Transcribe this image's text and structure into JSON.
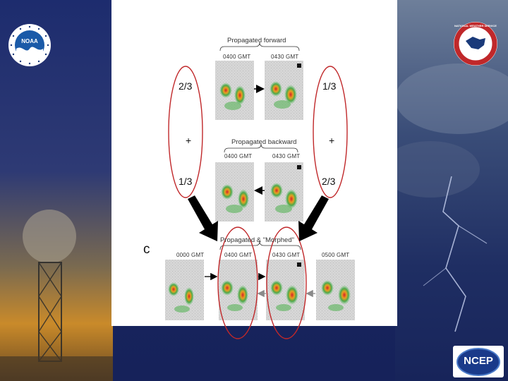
{
  "slide": {
    "captions": {
      "forward": "Propagated forward",
      "backward": "Propagated backward",
      "morphed": "Propagated & \"Morphed\""
    },
    "times": {
      "fwd_left": "0400 GMT",
      "fwd_right": "0430 GMT",
      "bwd_left": "0400 GMT",
      "bwd_right": "0430 GMT",
      "b0": "0000 GMT",
      "b1": "0400 GMT",
      "b2": "0430 GMT",
      "b3": "0500 GMT"
    },
    "weights": {
      "left_top": "2/3",
      "right_top": "1/3",
      "left_bottom": "1/3",
      "right_bottom": "2/3",
      "plus_left": "+",
      "plus_right": "+"
    },
    "panel_letter": "c"
  },
  "logos": {
    "noaa": "NOAA",
    "nws": "NATIONAL WEATHER SERVICE",
    "ncep": "NCEP"
  },
  "colors": {
    "ellipse": "#c0282a",
    "arrow": "#000000",
    "grey_arrow": "#8a8a8a",
    "background_blue": "#1b2a66",
    "sunset": "#c98a2a"
  }
}
